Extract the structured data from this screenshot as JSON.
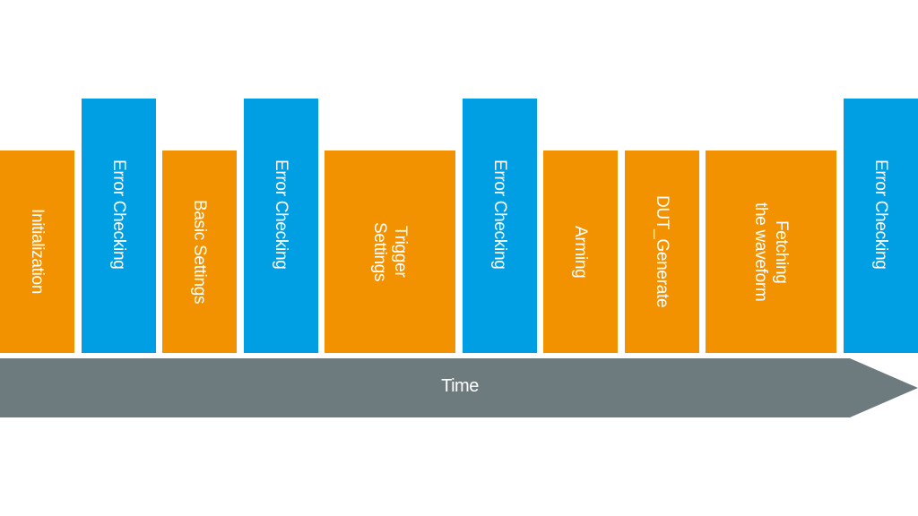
{
  "diagram": {
    "steps": [
      {
        "label": "Initialization",
        "kind": "process",
        "color": "#f39200"
      },
      {
        "label": "Error Checking",
        "kind": "check",
        "color": "#009fe3"
      },
      {
        "label": "Basic Settings",
        "kind": "process",
        "color": "#f39200"
      },
      {
        "label": "Error Checking",
        "kind": "check",
        "color": "#009fe3"
      },
      {
        "label": "Trigger\nSettings",
        "kind": "process",
        "color": "#f39200"
      },
      {
        "label": "Error Checking",
        "kind": "check",
        "color": "#009fe3"
      },
      {
        "label": "Arming",
        "kind": "process",
        "color": "#f39200"
      },
      {
        "label": "DUT_Generate",
        "kind": "process",
        "color": "#f39200"
      },
      {
        "label": "Fetching\nthe waveform",
        "kind": "process",
        "color": "#f39200"
      },
      {
        "label": "Error Checking",
        "kind": "check",
        "color": "#009fe3"
      }
    ],
    "timeline": {
      "label": "Time",
      "color": "#6d7a7e"
    }
  }
}
